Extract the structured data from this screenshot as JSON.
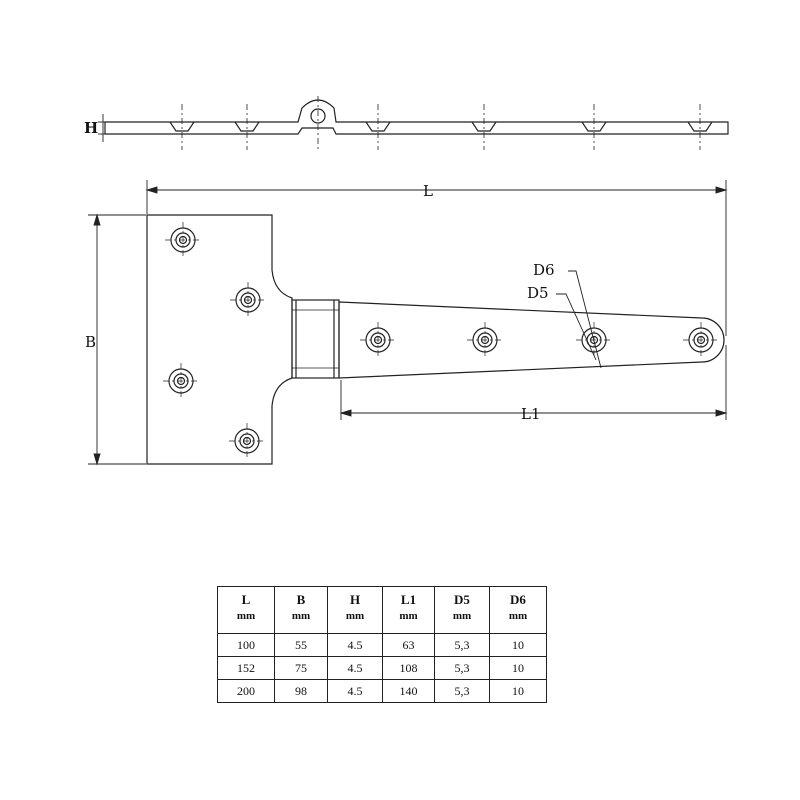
{
  "drawing": {
    "labels": {
      "H": "H",
      "L": "L",
      "B": "B",
      "L1": "L1",
      "D6": "D6",
      "D5": "D5"
    }
  },
  "table": {
    "headers": [
      {
        "symbol": "L",
        "unit": "mm"
      },
      {
        "symbol": "B",
        "unit": "mm"
      },
      {
        "symbol": "H",
        "unit": "mm"
      },
      {
        "symbol": "L1",
        "unit": "mm"
      },
      {
        "symbol": "D5",
        "unit": "mm"
      },
      {
        "symbol": "D6",
        "unit": "mm"
      }
    ],
    "rows": [
      [
        "100",
        "55",
        "4.5",
        "63",
        "5,3",
        "10"
      ],
      [
        "152",
        "75",
        "4.5",
        "108",
        "5,3",
        "10"
      ],
      [
        "200",
        "98",
        "4.5",
        "140",
        "5,3",
        "10"
      ]
    ]
  }
}
